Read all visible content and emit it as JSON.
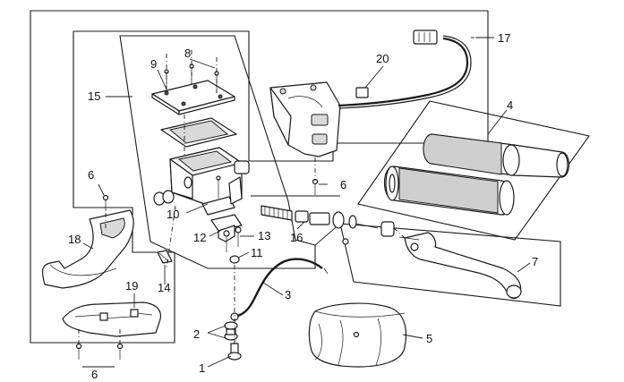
{
  "diagram": {
    "callouts": {
      "c1": "1",
      "c2": "2",
      "c3": "3",
      "c4": "4",
      "c5": "5",
      "c6a": "6",
      "c6b": "6",
      "c6c": "6",
      "c7": "7",
      "c8": "8",
      "c9": "9",
      "c10": "10",
      "c11": "11",
      "c12": "12",
      "c13": "13",
      "c14": "14",
      "c15": "15",
      "c16": "16",
      "c17": "17",
      "c18": "18",
      "c19": "19",
      "c20": "20"
    }
  }
}
